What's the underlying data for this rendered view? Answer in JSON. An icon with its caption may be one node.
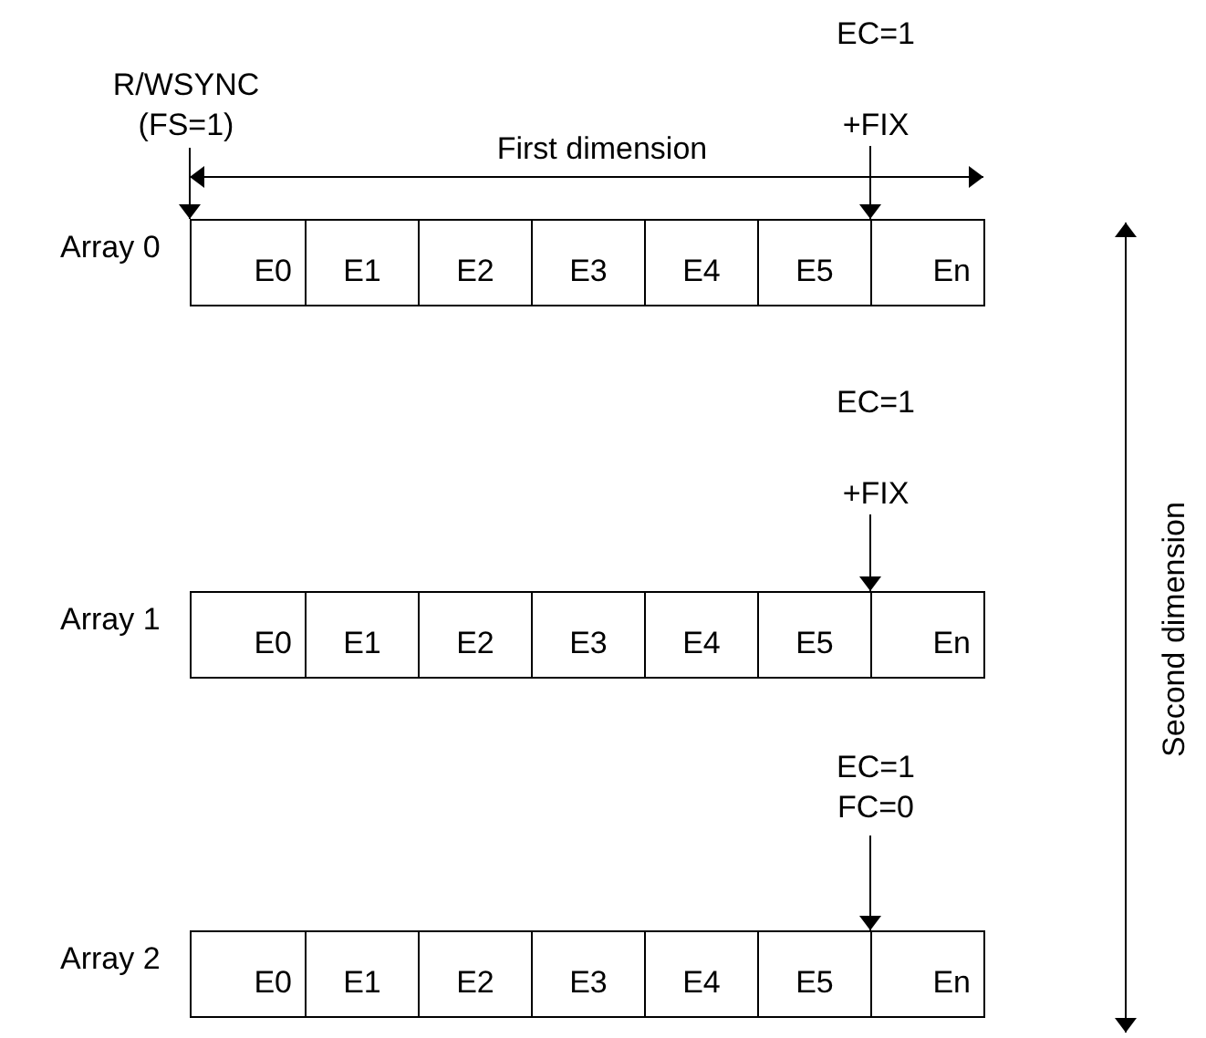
{
  "diagram": {
    "nodes": [
      {
        "text": [
          "Array 0"
        ]
      },
      {
        "text": [
          "E0"
        ],
        "in": 0
      },
      {
        "text": [
          "E1"
        ],
        "in": 0
      },
      {
        "text": [
          "E2"
        ],
        "in": 0
      },
      {
        "text": [
          "E3"
        ],
        "in": 0
      },
      {
        "text": [
          "E4"
        ],
        "in": 0
      },
      {
        "text": [
          "E5"
        ],
        "in": 0
      },
      {
        "text": [
          "En"
        ],
        "in": 0
      },
      {
        "text": [
          "Array 1"
        ]
      },
      {
        "text": [
          "E0"
        ],
        "in": 8
      },
      {
        "text": [
          "E1"
        ],
        "in": 8
      },
      {
        "text": [
          "E2"
        ],
        "in": 8
      },
      {
        "text": [
          "E3"
        ],
        "in": 8
      },
      {
        "text": [
          "E4"
        ],
        "in": 8
      },
      {
        "text": [
          "E5"
        ],
        "in": 8
      },
      {
        "text": [
          "En"
        ],
        "in": 8
      },
      {
        "text": [
          "Array 2"
        ]
      },
      {
        "text": [
          "E0"
        ],
        "in": 16
      },
      {
        "text": [
          "E1"
        ],
        "in": 16
      },
      {
        "text": [
          "E2"
        ],
        "in": 16
      },
      {
        "text": [
          "E3"
        ],
        "in": 16
      },
      {
        "text": [
          "E4"
        ],
        "in": 16
      },
      {
        "text": [
          "E5"
        ],
        "in": 16
      },
      {
        "text": [
          "En"
        ],
        "in": 16
      },
      {
        "text": [
          "R/WSYNC (FS=1)"
        ]
      },
      {
        "text": [
          "EC=1",
          "+FIX"
        ]
      },
      {
        "text": [
          "EC=1",
          "+FIX"
        ]
      },
      {
        "text": [
          "EC=1 FC=0"
        ]
      }
    ],
    "edges": [
      {
        "from": 24,
        "to": 0,
        "arrow": "to"
      },
      {
        "from": 25,
        "to": 0,
        "arrow": "to"
      },
      {
        "from": 26,
        "to": 8,
        "arrow": "to"
      },
      {
        "from": 27,
        "to": 16,
        "arrow": "to"
      }
    ],
    "labels": [
      "First dimension",
      "Second dimension"
    ]
  }
}
